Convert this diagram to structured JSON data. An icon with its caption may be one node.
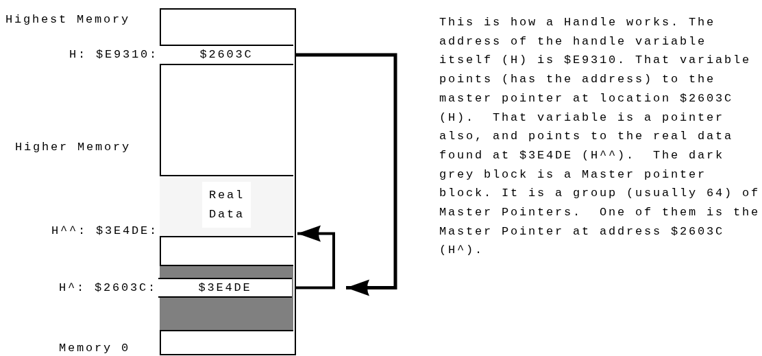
{
  "diagram": {
    "nodes": [
      {
        "text": [],
        "shape": "box"
      },
      {
        "text": [
          "$2603C"
        ],
        "in": 0,
        "beside": [
          "H: $E9310:"
        ]
      },
      {
        "text": [
          "Real Data"
        ],
        "in": 0,
        "beside": [
          "H^^: $3E4DE:"
        ]
      },
      {
        "text": [],
        "shape": "box",
        "in": 0
      },
      {
        "text": [
          "$3E4DE"
        ],
        "in": 3,
        "beside": [
          "H^: $2603C:"
        ]
      }
    ],
    "edges": [
      {
        "from": 1,
        "to": 4,
        "arrow": "to"
      },
      {
        "from": 4,
        "to": 2,
        "arrow": "to"
      }
    ],
    "labels": [
      "Highest Memory",
      "Higher Memory",
      "Memory 0",
      "This is how a Handle works. The address of the handle variable itself (H) is $E9310. That variable points (has the address) to the master pointer at location $2603C (H).  That variable is a pointer also, and points to the real data found at $3E4DE (H^^).  The dark grey block is a Master pointer block. It is a group (usually 64) of Master Pointers.  One of them is the Master Pointer at address $2603C (H^)."
    ]
  }
}
